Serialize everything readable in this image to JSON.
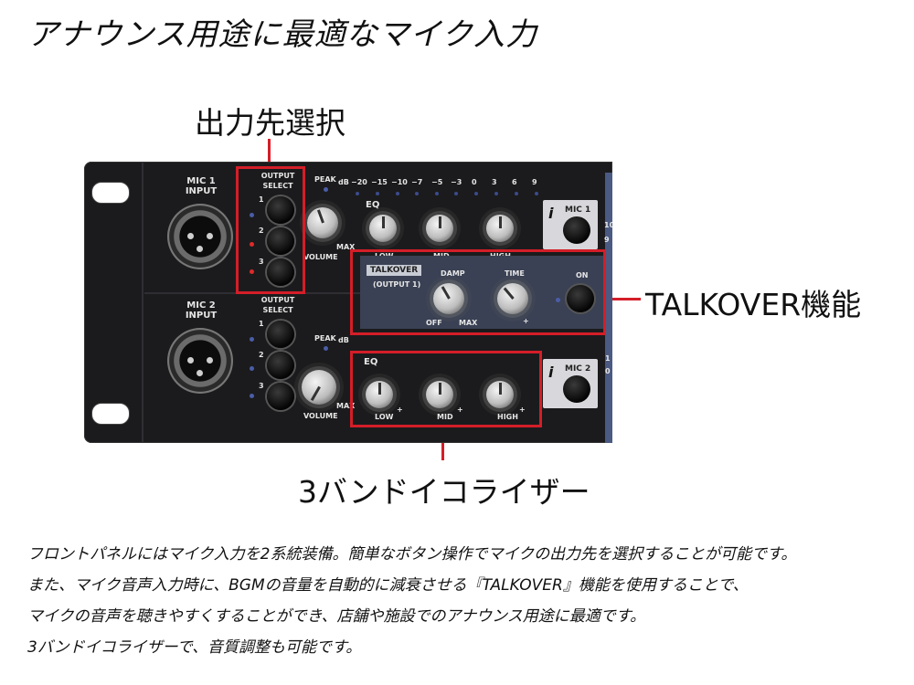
{
  "headline": "アナウンス用途に最適なマイク入力",
  "callouts": {
    "output_select": "出力先選択",
    "talkover": "TALKOVER機能",
    "eq": "3バンドイコライザー"
  },
  "panel": {
    "mic1_input": "MIC 1\nINPUT",
    "mic2_input": "MIC 2\nINPUT",
    "output_select_label": "OUTPUT\nSELECT",
    "select_numbers": [
      "1",
      "2",
      "3"
    ],
    "peak": "PEAK",
    "db": "dB",
    "meter_scale": [
      "−20",
      "−15",
      "−10",
      "−7",
      "−5",
      "−3",
      "0",
      "3",
      "6",
      "9"
    ],
    "eq": "EQ",
    "low": "LOW",
    "mid": "MID",
    "high": "HIGH",
    "volume": "VOLUME",
    "max": "MAX",
    "talkover": "TALKOVER",
    "talkover_output": "(OUTPUT 1)",
    "damp": "DAMP",
    "time": "TIME",
    "off": "OFF",
    "plus": "+",
    "on": "ON",
    "mic1_btn": "MIC 1",
    "mic2_btn": "MIC 2",
    "side_numbers": [
      "10",
      "9",
      "1",
      "0"
    ]
  },
  "description": [
    "フロントパネルにはマイク入力を2系統装備。簡単なボタン操作でマイクの出力先を選択することが可能です。",
    "また、マイク音声入力時に、BGMの音量を自動的に減衰させる『TALKOVER』機能を使用することで、",
    "マイクの音声を聴きやすくすることができ、店舗や施設でのアナウンス用途に最適です。",
    "3バンドイコライザーで、音質調整も可能です。"
  ],
  "colors": {
    "accent_red": "#d41e28",
    "panel": "#1b1b1d",
    "talkover_panel": "#3a4154"
  }
}
